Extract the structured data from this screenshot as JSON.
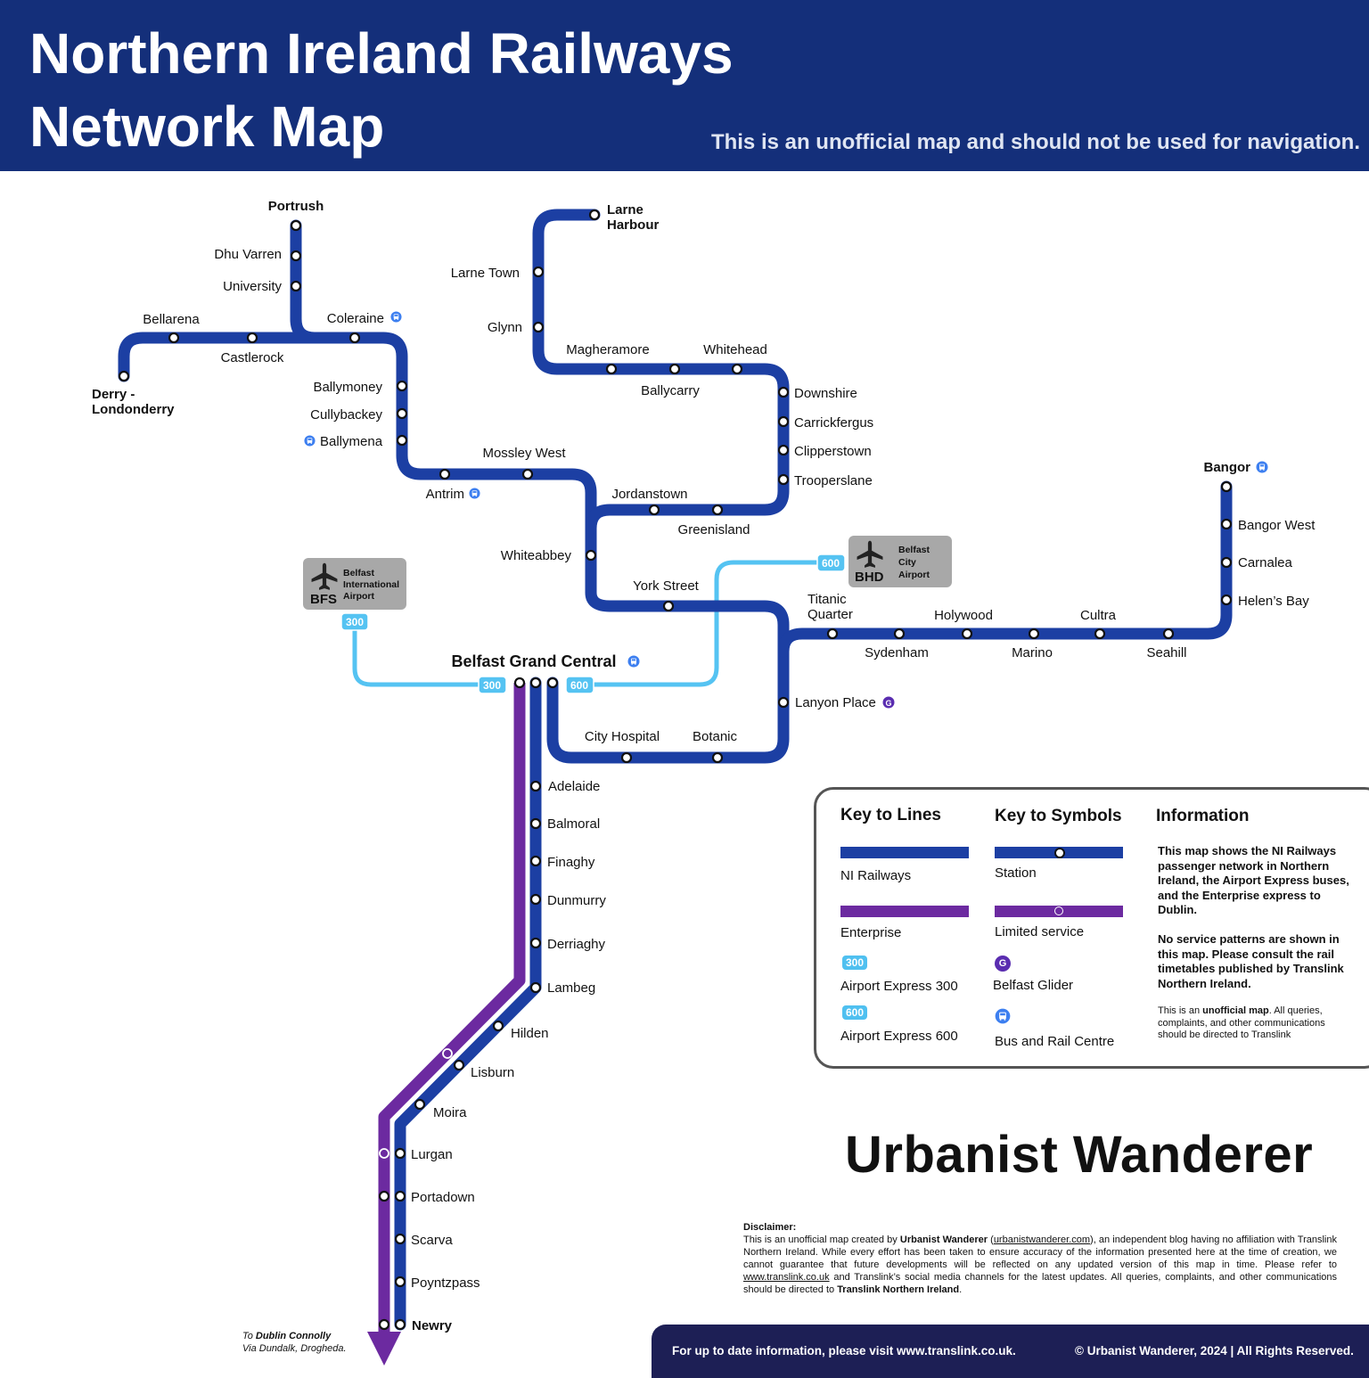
{
  "header": {
    "title_line1": "Northern Ireland Railways",
    "title_line2": "Network Map",
    "notice": "This is an unofficial map and should not be used for navigation."
  },
  "colors": {
    "header_bg": "#142f7a",
    "ni_railways": "#1c3fa3",
    "enterprise": "#6c2aa0",
    "airport_express": "#55c3f2",
    "glider": "#5a2db0",
    "bus_rail": "#3d7ff0",
    "airport_box": "#a8a8a8",
    "footer_bg": "#1d1f55"
  },
  "stations": {
    "portrush": "Portrush",
    "dhu_varren": "Dhu Varren",
    "university": "University",
    "coleraine": "Coleraine",
    "bellarena": "Bellarena",
    "castlerock": "Castlerock",
    "derry1": "Derry -",
    "derry2": "Londonderry",
    "ballymoney": "Ballymoney",
    "cullybackey": "Cullybackey",
    "ballymena": "Ballymena",
    "antrim": "Antrim",
    "mossley_west": "Mossley West",
    "larne_harbour1": "Larne",
    "larne_harbour2": "Harbour",
    "larne_town": "Larne Town",
    "glynn": "Glynn",
    "magheramore": "Magheramore",
    "ballycarry": "Ballycarry",
    "whitehead": "Whitehead",
    "downshire": "Downshire",
    "carrickfergus": "Carrickfergus",
    "clipperstown": "Clipperstown",
    "trooperslane": "Trooperslane",
    "jordanstown": "Jordanstown",
    "greenisland": "Greenisland",
    "whiteabbey": "Whiteabbey",
    "york_street": "York Street",
    "bangor": "Bangor",
    "bangor_west": "Bangor West",
    "carnalea": "Carnalea",
    "helens_bay": "Helen’s Bay",
    "titanic1": "Titanic",
    "titanic2": "Quarter",
    "sydenham": "Sydenham",
    "holywood": "Holywood",
    "marino": "Marino",
    "cultra": "Cultra",
    "seahill": "Seahill",
    "lanyon_place": "Lanyon Place",
    "belfast_grand_central": "Belfast Grand Central",
    "city_hospital": "City Hospital",
    "botanic": "Botanic",
    "adelaide": "Adelaide",
    "balmoral": "Balmoral",
    "finaghy": "Finaghy",
    "dunmurry": "Dunmurry",
    "derriaghy": "Derriaghy",
    "lambeg": "Lambeg",
    "hilden": "Hilden",
    "lisburn": "Lisburn",
    "moira": "Moira",
    "lurgan": "Lurgan",
    "portadown": "Portadown",
    "scarva": "Scarva",
    "poyntzpass": "Poyntzpass",
    "newry": "Newry"
  },
  "airports": {
    "bfs_code": "BFS",
    "bfs_line1": "Belfast",
    "bfs_line2": "International",
    "bfs_line3": "Airport",
    "bhd_code": "BHD",
    "bhd_line1": "Belfast",
    "bhd_line2": "City",
    "bhd_line3": "Airport",
    "express_300": "300",
    "express_600": "600"
  },
  "icons": {
    "bus_rail": "bus-icon",
    "glider": "glider-icon",
    "airport": "airplane-icon",
    "glider_letter": "G"
  },
  "dublin": {
    "prefix": "To ",
    "name": "Dublin Connolly",
    "via": "Via Dundalk, Drogheda."
  },
  "key": {
    "lines_title": "Key to Lines",
    "symbols_title": "Key to Symbols",
    "info_title": "Information",
    "ni_railways": "NI Railways",
    "enterprise": "Enterprise",
    "airport_express_300": "Airport Express 300",
    "airport_express_600": "Airport Express 600",
    "chip_300": "300",
    "chip_600": "600",
    "station": "Station",
    "limited_service": "Limited service",
    "belfast_glider": "Belfast Glider",
    "bus_rail_centre": "Bus and Rail Centre",
    "info_para1": "This map shows the NI Railways passenger network in Northern Ireland, the Airport Express buses, and the Enterprise express to Dublin.",
    "info_para2": "No service patterns are shown in this map. Please consult the rail timetables published by Translink Northern Ireland.",
    "info_small_pre": "This is an ",
    "info_small_bold": "unofficial map",
    "info_small_post": ". All queries, complaints, and other communications should be directed to Translink"
  },
  "brand": "Urbanist Wanderer",
  "disclaimer": {
    "heading": "Disclaimer:",
    "t1": "This is an unofficial map created by ",
    "b1": "Urbanist Wanderer",
    "t2": " (",
    "link1": "urbanistwanderer.com",
    "t3": "), an independent blog having no affiliation with Translink Northern Ireland. While every effort has been taken to ensure accuracy of the information presented here at the time of creation, we cannot guarantee that future developments will be reflected on any updated version of this map in time. Please refer to ",
    "link2": "www.translink.co.uk",
    "t4": " and Translink’s social media channels for the latest updates. All queries, complaints, and other communications should be directed to ",
    "b2": "Translink Northern Ireland",
    "t5": "."
  },
  "footer": {
    "left": "For up to date information, please visit www.translink.co.uk.",
    "right": "© Urbanist Wanderer, 2024 | All Rights Reserved."
  }
}
